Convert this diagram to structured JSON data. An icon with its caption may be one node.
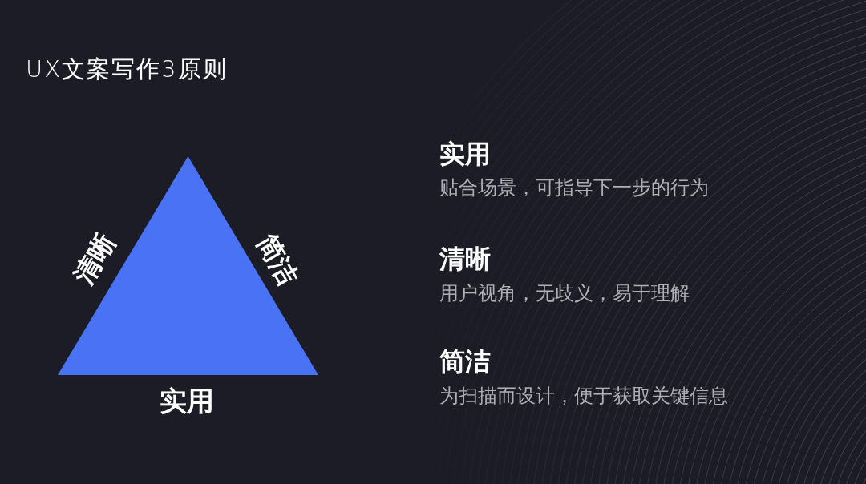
{
  "diagram": {
    "title": "UX文案写作3原则",
    "nodes": [
      {
        "text": [],
        "shape": "triangle",
        "beside": [
          "清晰",
          "简洁",
          "实用"
        ]
      }
    ],
    "labels": [
      "实用",
      "贴合场景，可指导下一步的行为",
      "清晰",
      "用户视角，无歧义，易于理解",
      "简洁",
      "为扫描而设计，便于获取关键信息"
    ]
  }
}
